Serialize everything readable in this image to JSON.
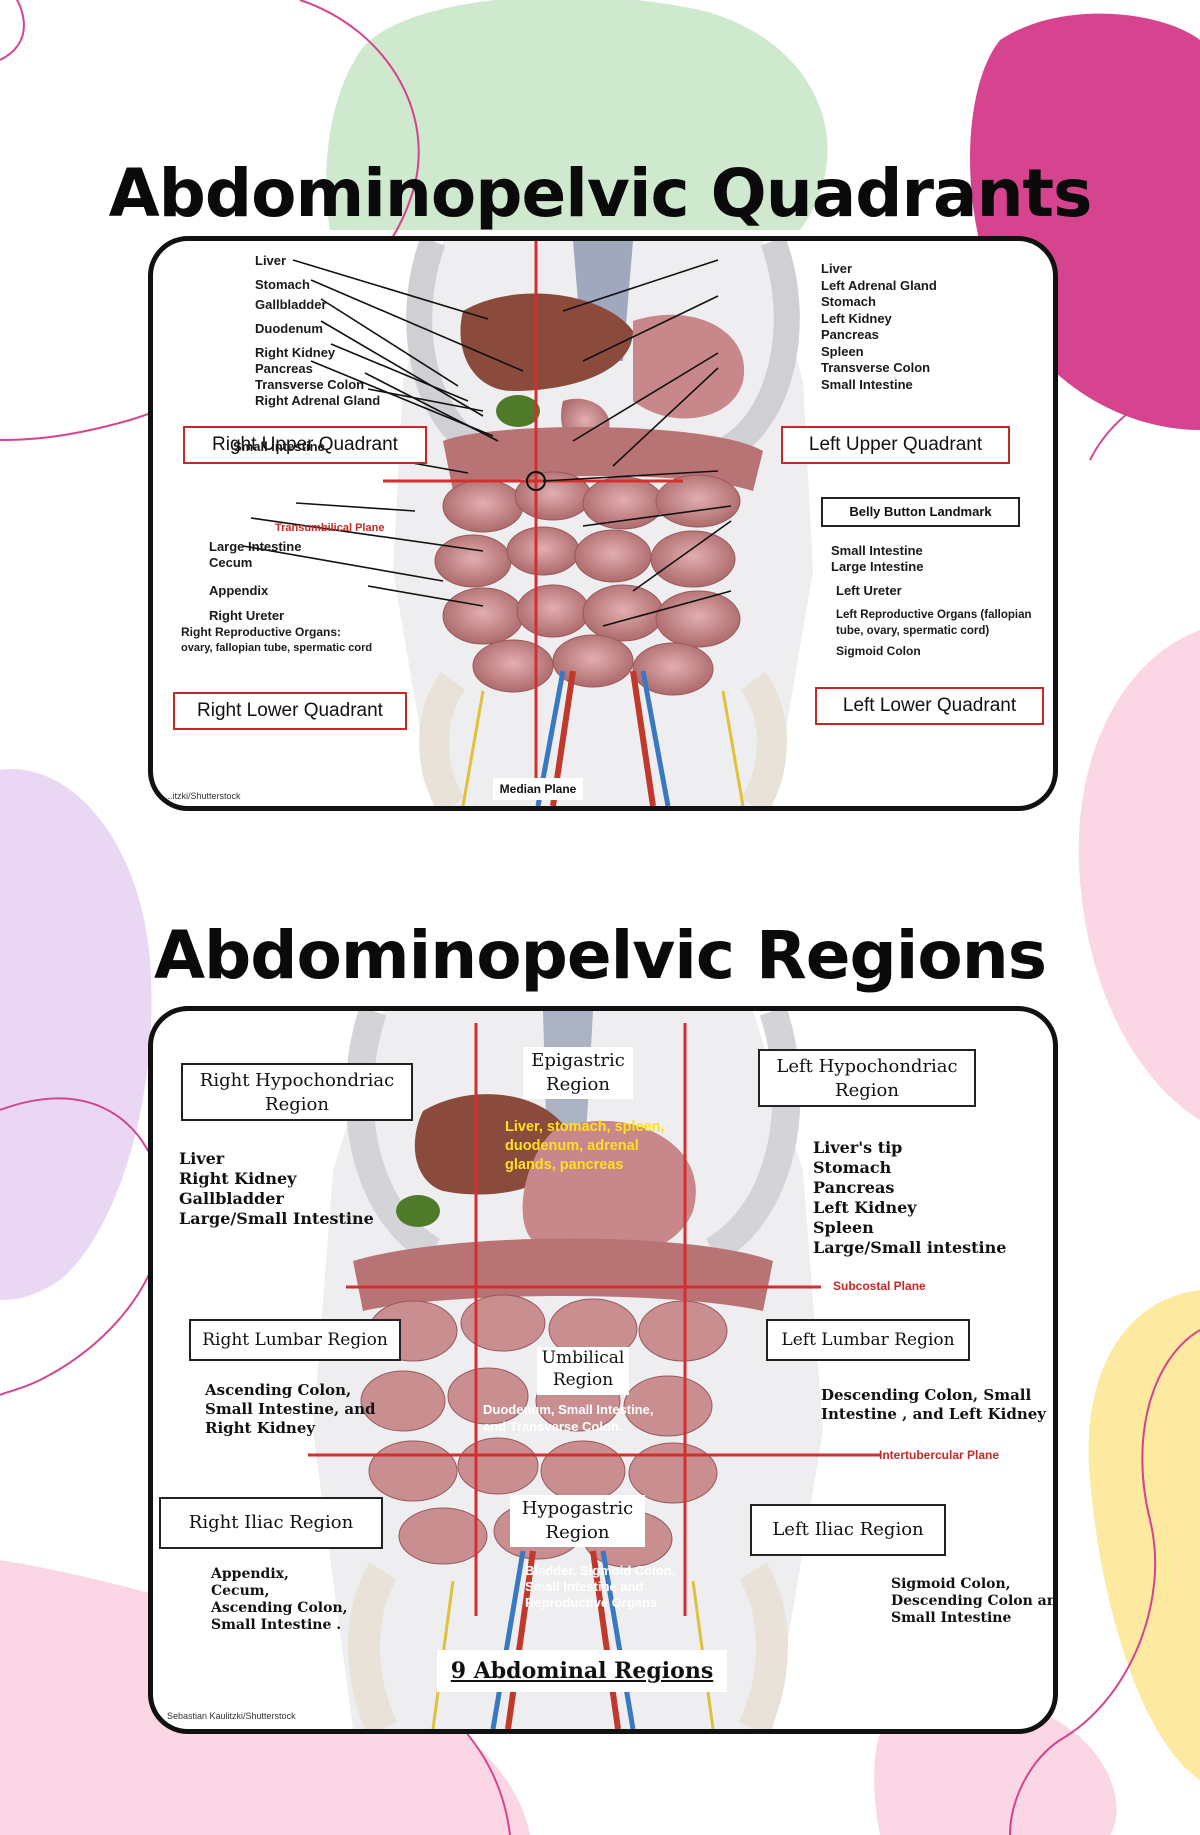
{
  "quadrants": {
    "title": "Abdominopelvic Quadrants",
    "ruq_list": [
      "Liver",
      "Stomach",
      "Gallbladder",
      "Duodenum",
      "Right Kidney",
      "Pancreas",
      "Transverse Colon",
      "Right Adrenal Gland"
    ],
    "luq_list": [
      "Liver",
      "Left Adrenal Gland",
      "Stomach",
      "Left Kidney",
      "Pancreas",
      "Spleen",
      "Transverse Colon",
      "Small Intestine"
    ],
    "rlq_list": [
      "Small intestine",
      "Large Intestine",
      "Cecum",
      "Appendix",
      "Right Ureter",
      "Right Reproductive Organs:",
      "ovary, fallopian tube, spermatic cord"
    ],
    "llq_list": [
      "Small Intestine",
      "Large Intestine",
      "Left Ureter",
      "Left Reproductive Organs (fallopian",
      "tube, ovary, spermatic cord)",
      "Sigmoid Colon"
    ],
    "ruq_label": "Right Upper Quadrant",
    "luq_label": "Left Upper Quadrant",
    "rlq_label": "Right Lower Quadrant",
    "llq_label": "Left Lower Quadrant",
    "transumbilical": "Transumbilical Plane",
    "belly_button": "Belly Button Landmark",
    "median": "Median Plane",
    "credit": "...itzki/Shutterstock"
  },
  "regions": {
    "title": "Abdominopelvic Regions",
    "rh_label": "Right Hypochondriac Region",
    "rh_list": [
      "Liver",
      "Right Kidney",
      "Gallbladder",
      "Large/Small Intestine"
    ],
    "ep_label": "Epigastric Region",
    "ep_text": [
      "Liver, stomach, spleen,",
      "duodenum, adrenal",
      "glands, pancreas"
    ],
    "lh_label": "Left Hypochondriac Region",
    "lh_list": [
      "Liver's tip",
      "Stomach",
      "Pancreas",
      "Left Kidney",
      "Spleen",
      "Large/Small intestine"
    ],
    "subcostal": "Subcostal Plane",
    "rl_label": "Right Lumbar Region",
    "rl_text": [
      "Ascending Colon,",
      "Small Intestine, and",
      "Right Kidney"
    ],
    "um_label": "Umbilical Region",
    "um_text": [
      "Duodenum, Small Intestine,",
      "and Transverse Colon."
    ],
    "ll_label": "Left Lumbar Region",
    "ll_text": [
      "Descending Colon, Small",
      "Intestine ,  and Left Kidney"
    ],
    "intertubercular": "Intertubercular Plane",
    "ri_label": "Right Iliac Region",
    "ri_text": [
      "Appendix,",
      "Cecum,",
      "Ascending Colon,",
      "Small Intestine  ."
    ],
    "hy_label": "Hypogastric Region",
    "hy_text": [
      "Bladder, Sigmoid Colon,",
      "Small Intestine    and",
      "Reproductive Organs"
    ],
    "li_label": "Left Iliac Region",
    "li_text": [
      "Sigmoid Colon,",
      "Descending Colon and",
      "Small Intestine"
    ],
    "footer": "9 Abdominal Regions",
    "credit": "Sebastian Kaulitzki/Shutterstock"
  },
  "colors": {
    "accent_red": "#c62828",
    "bg_green": "#cfe9cf",
    "bg_magenta": "#d6438e",
    "bg_pink": "#fbd6e4",
    "bg_lavender": "#ead7f4",
    "bg_yellow": "#fde9a0",
    "organ": "#c98e90"
  }
}
